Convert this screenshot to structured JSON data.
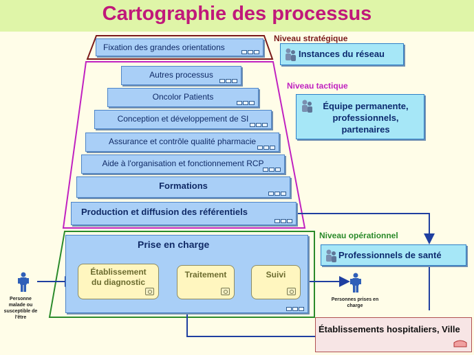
{
  "title": "Cartographie des processus",
  "levels": {
    "strategic": "Niveau stratégique",
    "tactical": "Niveau tactique",
    "operational": "Niveau opérationnel"
  },
  "processes": {
    "orientations": "Fixation des grandes orientations",
    "autres": "Autres processus",
    "oncolor": "Oncolor Patients",
    "conception": "Conception et développement de SI",
    "assurance": "Assurance et contrôle qualité pharmacie",
    "aide_rcp": "Aide à l'organisation et fonctionnement RCP",
    "formations": "Formations",
    "production": "Production et diffusion des référentiels",
    "prise_en_charge": "Prise en charge"
  },
  "steps": {
    "diagnostic": "Établissement du diagnostic",
    "traitement": "Traitement",
    "suivi": "Suivi"
  },
  "actors": {
    "instances": "Instances du réseau",
    "equipe": "Équipe permanente, professionnels, partenaires",
    "professionnels_sante": "Professionnels de santé",
    "etablissements": "Établissements hospitaliers, Ville"
  },
  "persons": {
    "input": "Personne malade ou susceptible de l'être",
    "output": "Personnes prises en charge"
  },
  "colors": {
    "title": "#c0187a",
    "strategic_border": "#7a1a1a",
    "tactical_border": "#c020c0",
    "operational_border": "#2a8a2a",
    "arrow": "#1f3fa0"
  }
}
